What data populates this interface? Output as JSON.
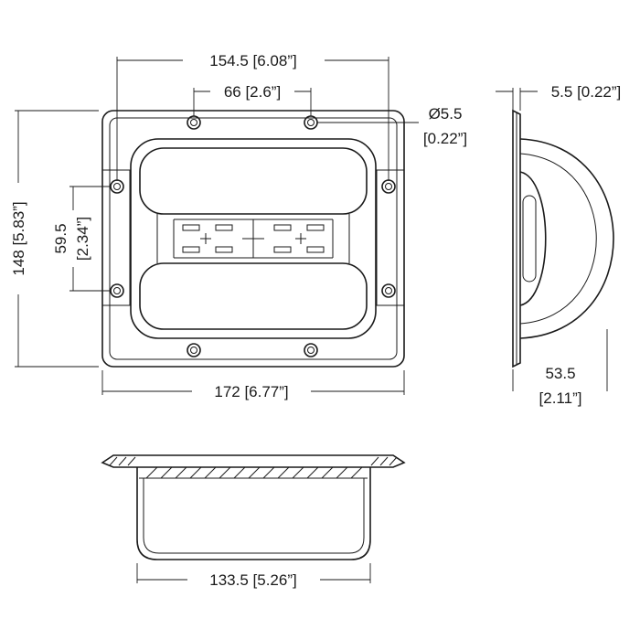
{
  "dimensions": {
    "top_width": "154.5 [6.08”]",
    "hole_spacing_horizontal": "66 [2.6”]",
    "hole_diameter_line1": "Ø5.5",
    "hole_diameter_line2": "[0.22”]",
    "total_height": "148 [5.83”]",
    "hole_spacing_vertical_line1": "59.5",
    "hole_spacing_vertical_line2": "[2.34”]",
    "total_width": "172 [6.77”]",
    "flange_thickness": "5.5 [0.22”]",
    "depth_line1": "53.5",
    "depth_line2": "[2.11”]",
    "recess_width": "133.5 [5.26”]"
  }
}
